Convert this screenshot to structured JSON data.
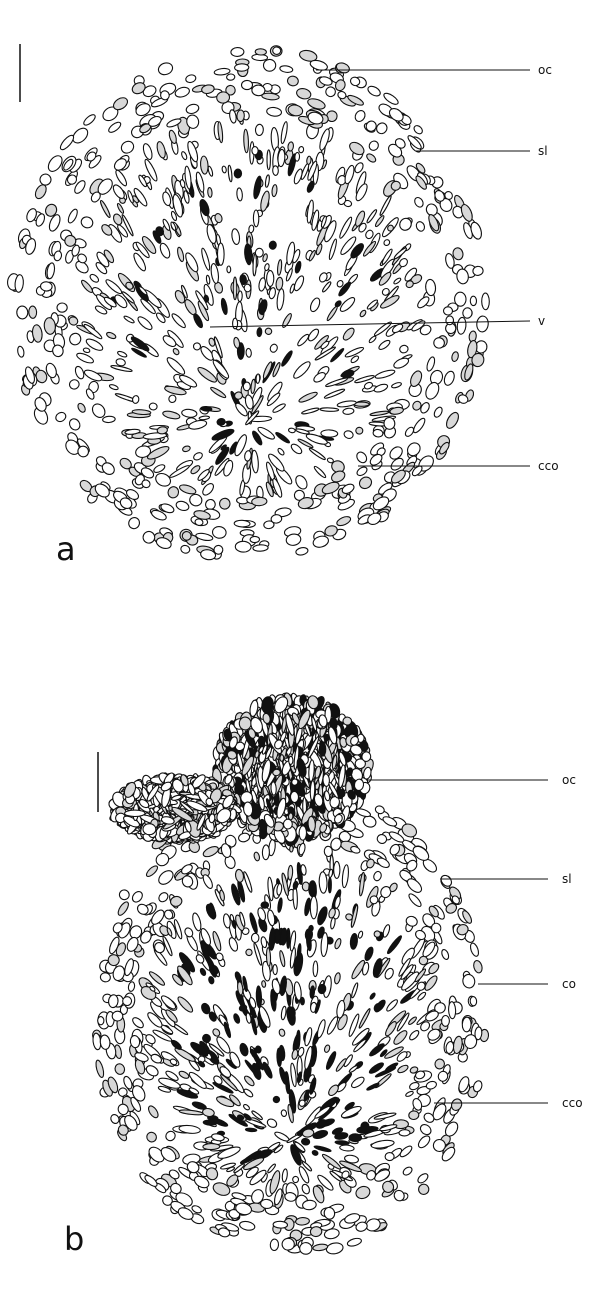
{
  "panels": [
    {
      "letter": "a",
      "labels": [
        "oc",
        "sl",
        "v",
        "cco"
      ]
    },
    {
      "letter": "b",
      "labels": [
        "oc",
        "sl",
        "co",
        "cco"
      ]
    }
  ]
}
